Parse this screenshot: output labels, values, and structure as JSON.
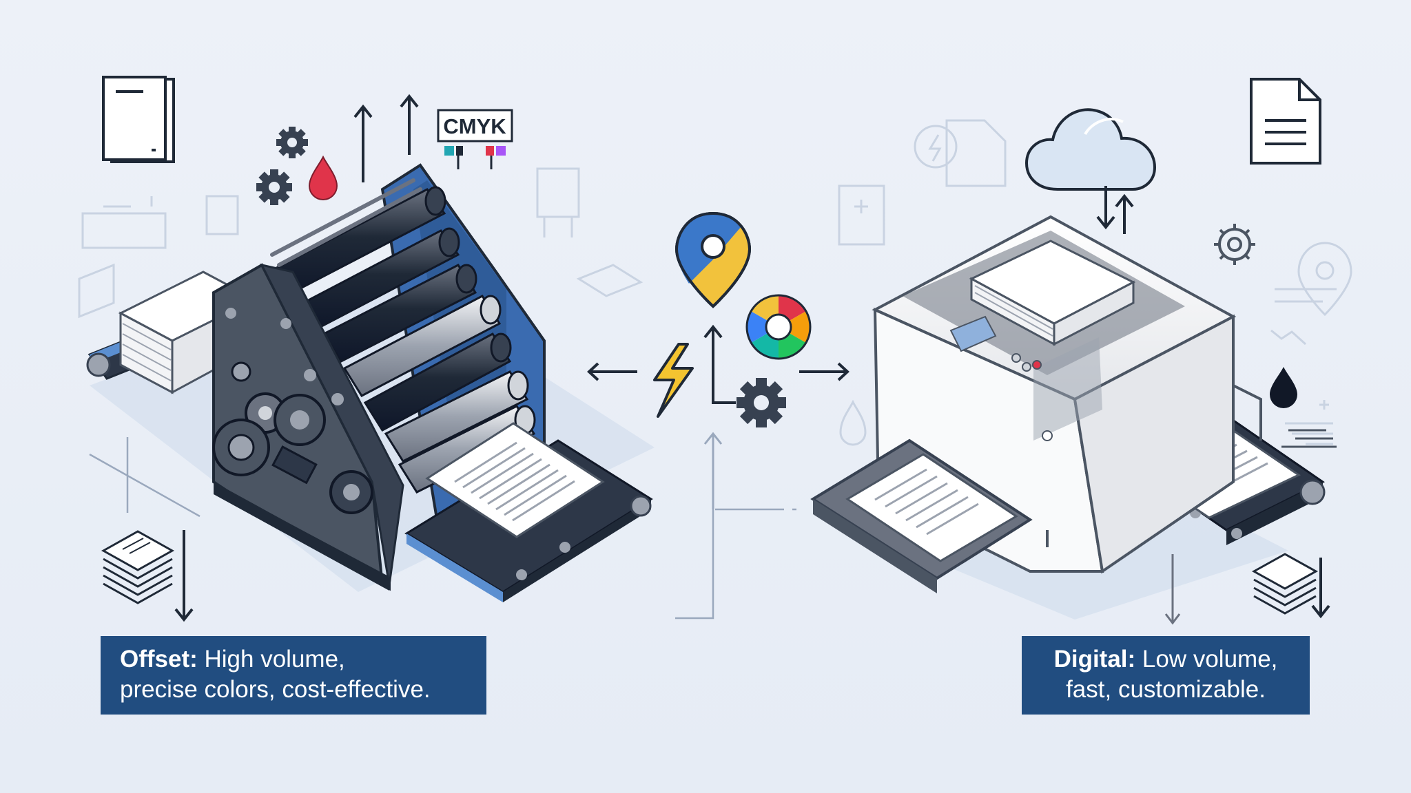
{
  "labels": {
    "cmyk": "CMYK"
  },
  "captions": {
    "offset": {
      "term": "Offset:",
      "line1_rest": " High volume,",
      "line2": "precise colors, cost-effective."
    },
    "digital": {
      "term": "Digital:",
      "line1_rest": " Low volume,",
      "line2": "fast, customizable."
    }
  },
  "icons": [
    "document-icon",
    "gear-icon",
    "ink-drop-icon",
    "up-arrow-icon",
    "cmyk-tag-icon",
    "map-pin-icon",
    "color-wheel-icon",
    "lightning-icon",
    "cloud-icon",
    "page-stack-icon"
  ],
  "colors": {
    "background": "#e9eef6",
    "caption_bg": "#214d80",
    "press_blue": "#3a6bb0",
    "press_dark": "#4a5563",
    "ink_red": "#e0344a",
    "pin_blue": "#3b78c9",
    "pin_yellow": "#f2c23c",
    "bolt_yellow": "#f4c430"
  }
}
